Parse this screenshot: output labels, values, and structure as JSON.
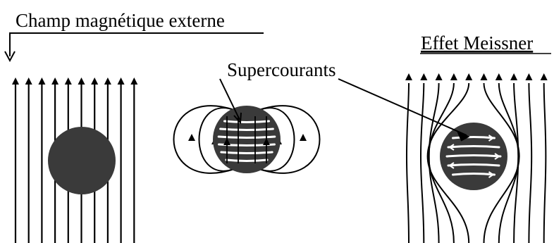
{
  "labels": {
    "external_field": "Champ magnétique externe",
    "supercurrents": "Supercourants",
    "meissner": "Effet Meissner"
  },
  "colors": {
    "ink": "#000000",
    "sphere": "#3a3a3a",
    "current": "#ffffff",
    "background": "#ffffff"
  },
  "panels": [
    {
      "name": "external-field-panel",
      "field_lines": 10,
      "arrow_direction": "up"
    },
    {
      "name": "supercurrent-dipole-panel",
      "current_loops": 6,
      "field_loops": 4
    },
    {
      "name": "meissner-panel",
      "field_lines": 10,
      "current_loops": 5
    }
  ]
}
